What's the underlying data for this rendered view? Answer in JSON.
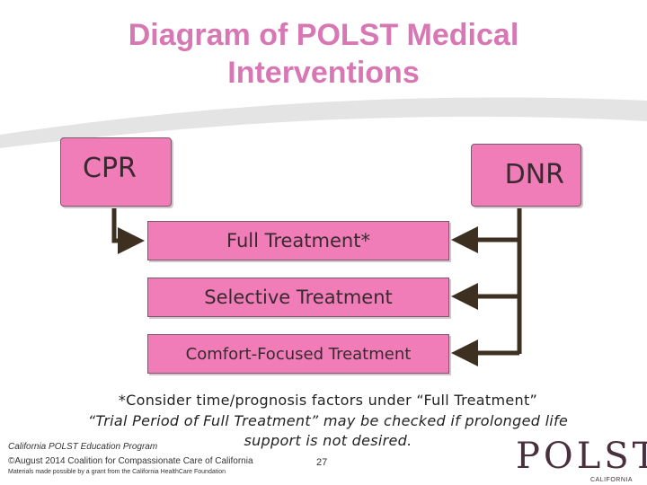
{
  "title": "Diagram of POLST Medical Interventions",
  "nodes": {
    "cpr": "CPR",
    "dnr": "DNR",
    "full_treatment": "Full Treatment*",
    "selective_treatment": "Selective Treatment",
    "comfort_focused": "Comfort-Focused Treatment"
  },
  "notes": {
    "line1": "*Consider time/prognosis factors under “Full Treatment”",
    "line2": "“Trial Period of Full Treatment” may be checked if prolonged life",
    "line3": "support is not desired."
  },
  "footer": {
    "program": "California POLST Education Program",
    "copyright": "©August 2014 Coalition for Compassionate Care of California",
    "grant": "Materials made possible by a grant from the California HealthCare Foundation",
    "page_number": "27"
  },
  "logo": {
    "text": "POLST",
    "subtext": "CALIFORNIA"
  },
  "colors": {
    "title": "#d777b3",
    "box_fill": "#f07cb8",
    "connector": "#3d3020"
  }
}
